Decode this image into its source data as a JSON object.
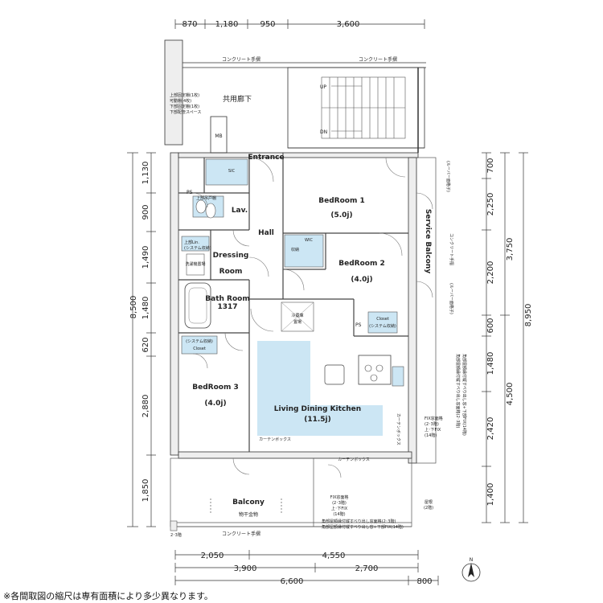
{
  "dims_top": [
    "870",
    "1,180",
    "950",
    "3,600"
  ],
  "dims_left": [
    "8,500",
    "1,130",
    "900",
    "1,490",
    "1,480",
    "620",
    "2,880",
    "1,850"
  ],
  "dims_right_inner": [
    "700",
    "2,250",
    "2,200",
    "600",
    "1,480",
    "2,420",
    "1,400"
  ],
  "dims_right_outer": [
    "3,750",
    "8,950",
    "4,500"
  ],
  "dims_bottom": [
    "2,050",
    "4,550",
    "3,900",
    "2,700",
    "6,600",
    "800"
  ],
  "rooms": {
    "bedroom1": "BedRoom 1",
    "bedroom1_size": "(5.0j)",
    "bedroom2": "BedRoom 2",
    "bedroom2_size": "(4.0j)",
    "bedroom3": "BedRoom 3",
    "bedroom3_size": "(4.0j)",
    "ldk": "Living Dining Kitchen",
    "ldk_size": "(11.5j)",
    "bath": "Bath Room",
    "bath_size": "1317",
    "dressing": "Dressing",
    "dressing2": "Room",
    "lav": "Lav.",
    "hall": "Hall",
    "entrance": "Entrance",
    "balcony": "Balcony",
    "service_balcony": "Service Balcony",
    "corridor": "共用廊下",
    "mb": "MB",
    "wic": "WIC",
    "sic": "SIC",
    "closet1": "Closet",
    "closet3": "Closet",
    "ps1": "PS",
    "ps2": "PS"
  },
  "labels": {
    "concrete_rail1": "コンクリート手摺",
    "concrete_rail2": "コンクリート手摺",
    "concrete_rail3": "コンクリート手摺",
    "concrete_rail_side": "コンクリート手摺",
    "up": "UP",
    "dn": "DN",
    "curtain_box1": "カーテンボックス",
    "curtain_box2": "カーテンボックス",
    "curtain_box_v": "カーテンボックス",
    "laundry": "物干金物",
    "roof": "屋根",
    "roof_floor": "(2階)",
    "floor_note": "2･3階",
    "fridge": "冷蔵庫",
    "fridge2": "置場",
    "storage": "収納",
    "shelves1": "上部固定棚(1枚)",
    "shelves2": "可動棚(4枚)",
    "shelves3": "下部固定棚(1枚)",
    "shelves4": "下部配管スペース",
    "upper_shelf": "上部吊戸棚",
    "upper_linen": "上部Lin.",
    "washer": "洗濯機置場",
    "fix_window_r1": "FIX窓面格",
    "fix_window_r2": "(2･3階)",
    "fix_window_r3": "上･下FIX",
    "fix_window_r4": "(14階)",
    "fix_window_b1": "FIX窓面格",
    "fix_window_b2": "(2･3階)",
    "fix_window_b3": "上･下FIX",
    "fix_window_b4": "(14階)",
    "sash_note1": "角部屋額縁付縦すべり出し窓面格(2･3階)",
    "sash_note2": "角部屋額縁付縦すべり出し窓+下部FIX(14階)",
    "louver_note": "(ルーバー面格子)",
    "system_storage": "(システム収納)"
  },
  "north": "N",
  "footnote": "※各間取図の縮尺は専有面積により多少異なります。"
}
